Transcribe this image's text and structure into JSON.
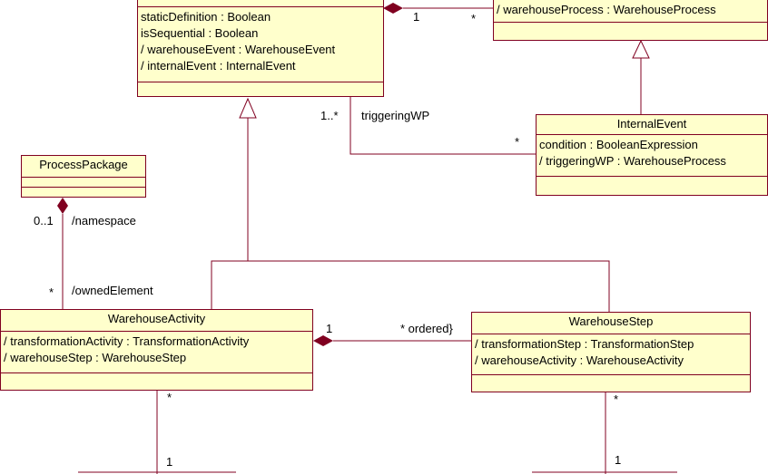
{
  "classes": {
    "warehouse_process": {
      "name": "",
      "attributes": [
        "staticDefinition : Boolean",
        "isSequential : Boolean",
        "/ warehouseEvent : WarehouseEvent",
        "/ internalEvent : InternalEvent"
      ]
    },
    "warehouse_event": {
      "name": "",
      "attributes": [
        "/ warehouseProcess : WarehouseProcess"
      ]
    },
    "internal_event": {
      "name": "InternalEvent",
      "attributes": [
        "condition : BooleanExpression",
        "/ triggeringWP : WarehouseProcess"
      ]
    },
    "process_package": {
      "name": "ProcessPackage",
      "attributes": []
    },
    "warehouse_activity": {
      "name": "WarehouseActivity",
      "attributes": [
        "/ transformationActivity : TransformationActivity",
        "/ warehouseStep : WarehouseStep"
      ]
    },
    "warehouse_step": {
      "name": "WarehouseStep",
      "attributes": [
        "/ transformationStep : TransformationStep",
        "/ warehouseActivity : WarehouseActivity"
      ]
    }
  },
  "labels": {
    "wp_event_end_wp": "1",
    "wp_event_end_event": "*",
    "trig_mult_wp": "1..*",
    "trig_role": "triggeringWP",
    "trig_mult_internal": "*",
    "pkg_mult": "0..1",
    "pkg_role": "/namespace",
    "owned_mult": "*",
    "owned_role": "/ownedElement",
    "act_step_mult_act": "1",
    "act_step_mult_step": "* ordered}",
    "act_bottom_mult_top": "*",
    "act_bottom_mult_bottom": "1",
    "step_bottom_mult_top": "*",
    "step_bottom_mult_bottom": "1"
  }
}
